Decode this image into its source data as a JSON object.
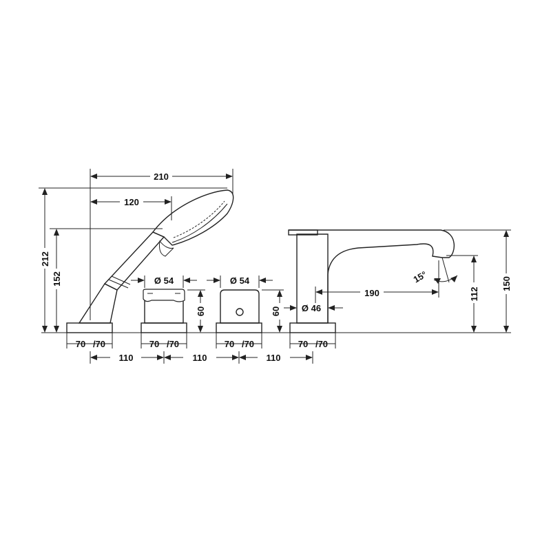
{
  "drawing": {
    "dimensions": {
      "handshower_length": "210",
      "handshower_grip": "120",
      "height_total": "212",
      "height_holder": "152",
      "valve1_diameter": "Ø 54",
      "valve2_diameter": "Ø 54",
      "valve1_height": "60",
      "valve2_height": "60",
      "spout_diameter": "Ø 46",
      "spout_reach": "190",
      "spout_angle": "15°",
      "spout_outlet_height": "112",
      "spout_height": "150",
      "base_a_left": "70",
      "base_a_right": "/70",
      "base_b_left": "70",
      "base_b_right": "/70",
      "base_c_left": "70",
      "base_c_right": "/70",
      "base_d_left": "70",
      "base_d_right": "/70",
      "spacing_1": "110",
      "spacing_2": "110",
      "spacing_3": "110"
    },
    "colors": {
      "line": "#222222",
      "background": "#ffffff"
    }
  }
}
